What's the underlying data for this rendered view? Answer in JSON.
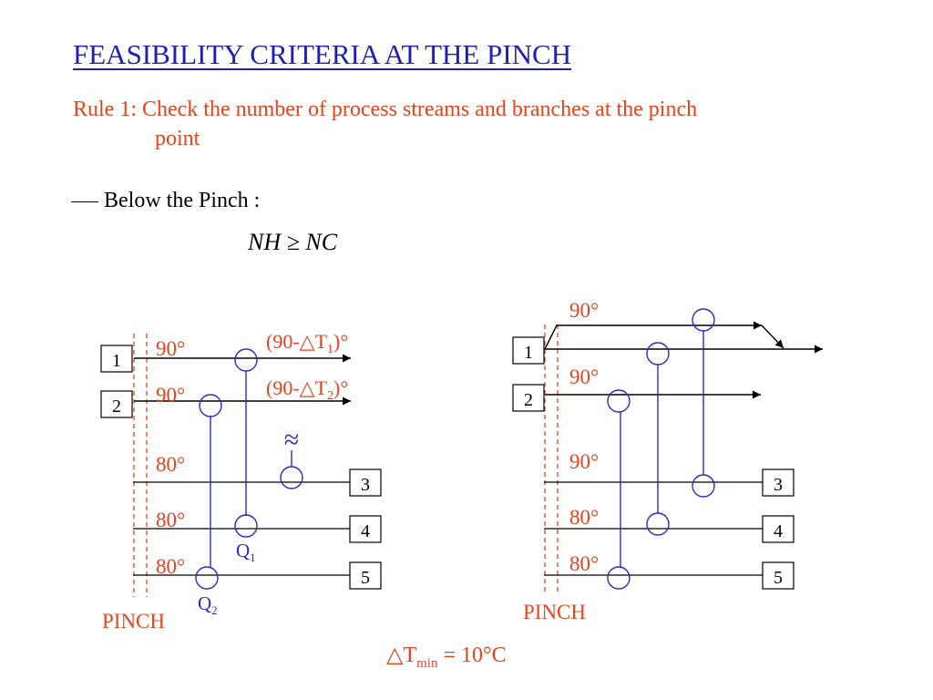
{
  "page": {
    "title": "FEASIBILITY CRITERIA AT THE PINCH",
    "rule_line1": "Rule 1: Check the number of process streams and branches at the pinch",
    "rule_line2": "point",
    "below_label": "Below the Pinch :",
    "equation": "NH ≥ NC",
    "footer": {
      "prefix": "△T",
      "sub": "min",
      "suffix": " = 10°C"
    }
  },
  "colors": {
    "title": "#1f1fb8",
    "accent": "#e8431c",
    "exchanger": "#2a2ad0",
    "line": "#000000"
  },
  "left_diagram": {
    "stream_numbers": [
      "1",
      "2",
      "3",
      "4",
      "5"
    ],
    "temps": [
      "90°",
      "90°",
      "80°",
      "80°",
      "80°"
    ],
    "outlet_1": {
      "prefix": "(90-△T",
      "sub": "1",
      "suffix": ")°"
    },
    "outlet_2": {
      "prefix": "(90-△T",
      "sub": "2",
      "suffix": ")°"
    },
    "q1": {
      "main": "Q",
      "sub": "1"
    },
    "q2": {
      "main": "Q",
      "sub": "2"
    },
    "utility_symbol": "≈",
    "pinch_label": "PINCH"
  },
  "right_diagram": {
    "stream_numbers": [
      "1",
      "2",
      "3",
      "4",
      "5"
    ],
    "temps": [
      "90°",
      "90°",
      "90°",
      "80°",
      "80°"
    ],
    "pinch_label": "PINCH"
  }
}
